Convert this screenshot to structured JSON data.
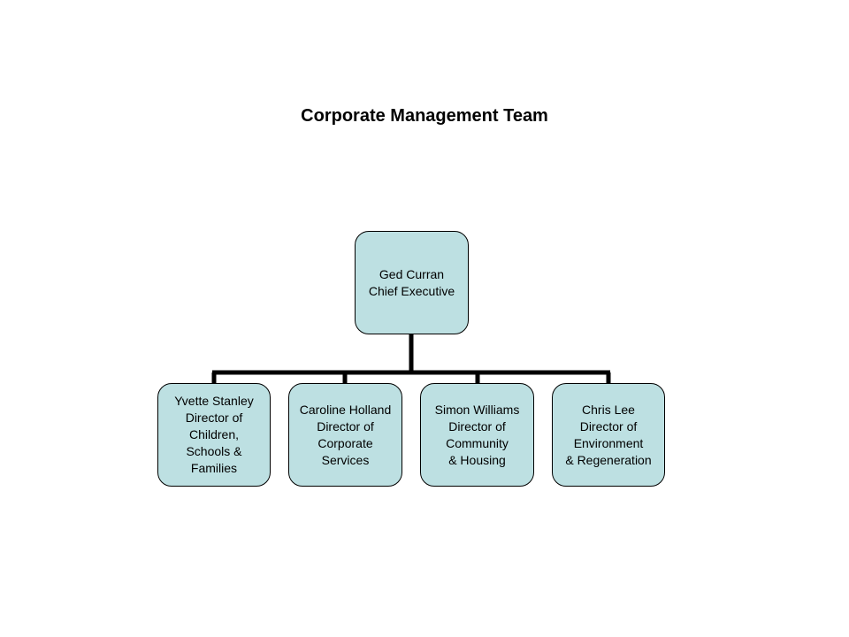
{
  "title": "Corporate Management Team",
  "colors": {
    "box_fill": "#bde0e2",
    "box_border": "#000000",
    "connector": "#000000"
  },
  "chief": {
    "lines": [
      "Ged Curran",
      "Chief Executive"
    ]
  },
  "directors": [
    {
      "lines": [
        "Yvette Stanley",
        "Director of",
        "Children,",
        "Schools &",
        "Families"
      ]
    },
    {
      "lines": [
        "Caroline Holland",
        "Director of",
        "Corporate",
        "Services"
      ]
    },
    {
      "lines": [
        "Simon Williams",
        "Director of",
        "Community",
        "& Housing"
      ]
    },
    {
      "lines": [
        "Chris Lee",
        "Director of",
        "Environment",
        "& Regeneration"
      ]
    }
  ]
}
